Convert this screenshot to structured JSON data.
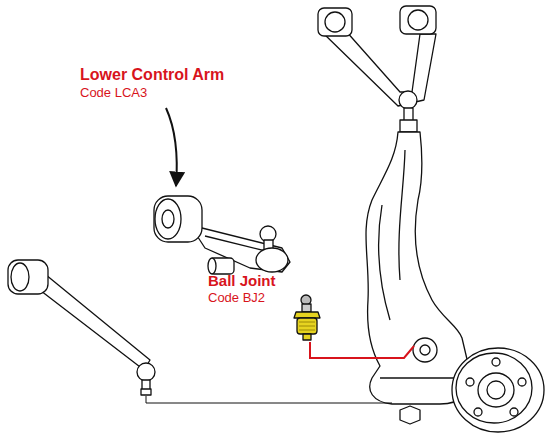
{
  "diagram": {
    "labels": [
      "Lower Control Arm",
      "Code LCA3",
      "Ball Joint",
      "Code BJ2"
    ]
  }
}
